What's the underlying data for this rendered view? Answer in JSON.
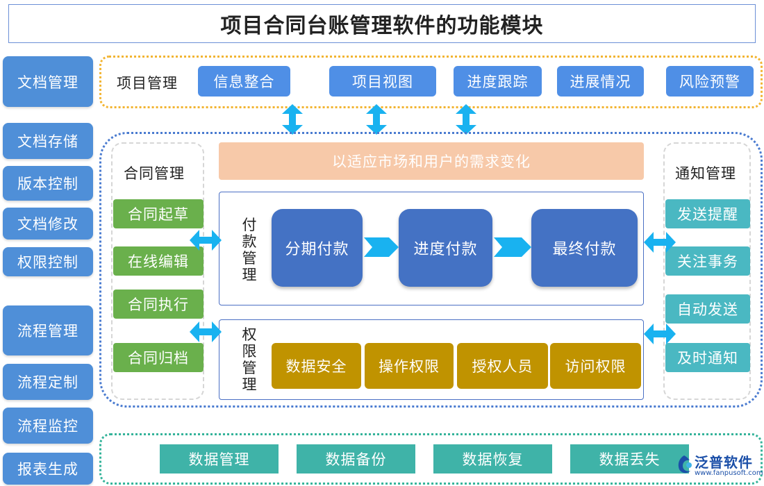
{
  "title": "项目合同台账管理软件的功能模块",
  "left_sidebar": [
    "文档管理",
    "文档存储",
    "版本控制",
    "文档修改",
    "权限控制",
    "流程管理",
    "流程定制",
    "流程监控",
    "报表生成"
  ],
  "project": {
    "label": "项目管理",
    "buttons": [
      "信息整合",
      "项目视图",
      "进度跟踪",
      "进展情况",
      "风险预警"
    ]
  },
  "contract": {
    "label": "合同管理",
    "items": [
      "合同起草",
      "在线编辑",
      "合同执行",
      "合同归档"
    ]
  },
  "banner": "以适应市场和用户的需求变化",
  "payment": {
    "label": "付款管理",
    "steps": [
      "分期付款",
      "进度付款",
      "最终付款"
    ]
  },
  "permission": {
    "label": "权限管理",
    "items": [
      "数据安全",
      "操作权限",
      "授权人员",
      "访问权限"
    ]
  },
  "notify": {
    "label": "通知管理",
    "items": [
      "发送提醒",
      "关注事务",
      "自动发送",
      "及时通知"
    ]
  },
  "data": {
    "items": [
      "数据管理",
      "数据备份",
      "数据恢复",
      "数据丢失"
    ]
  },
  "logo": {
    "name": "泛普软件",
    "url": "www.fanpusoft.com"
  },
  "colors": {
    "sidebar": "#4f8fd8",
    "project_border": "#f2b431",
    "main_border": "#4a7bd0",
    "contract_green": "#6ab04c",
    "notify_teal": "#4ab8c2",
    "banner_peach": "#f7c9a9",
    "payment_blue": "#4472c4",
    "permission_gold": "#c09300",
    "data_teal": "#3fb3a8",
    "arrow_cyan": "#19b2f0"
  }
}
